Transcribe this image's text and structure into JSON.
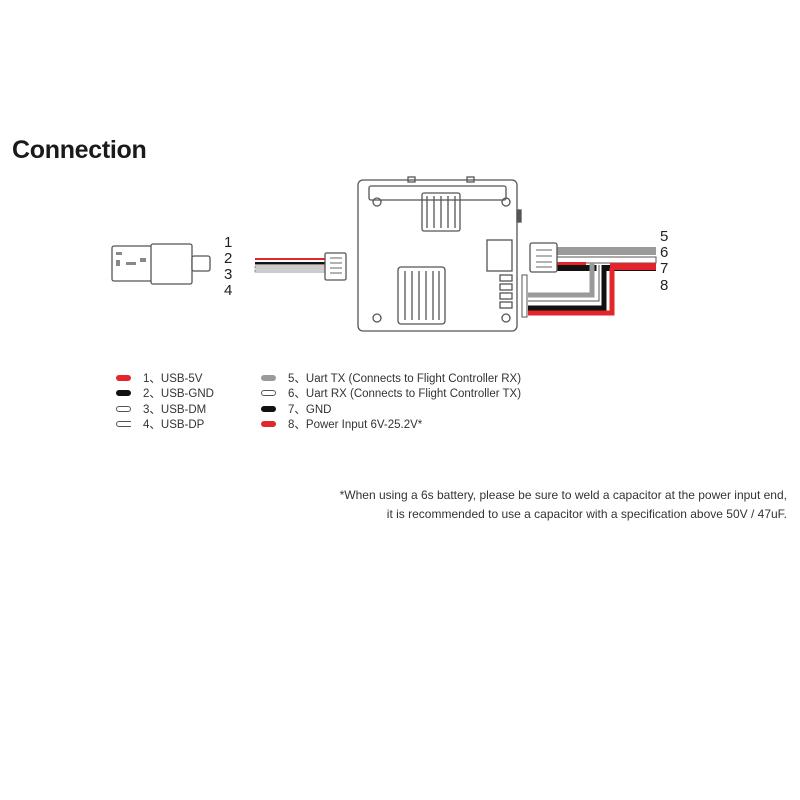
{
  "title": "Connection",
  "pin_labels_left": [
    "1",
    "2",
    "3",
    "4"
  ],
  "pin_labels_right": [
    "5",
    "6",
    "7",
    "8"
  ],
  "legend_left": [
    {
      "swatch": "red",
      "text": "1、USB-5V"
    },
    {
      "swatch": "black",
      "text": "2、USB-GND"
    },
    {
      "swatch": "white",
      "text": "3、USB-DM"
    },
    {
      "swatch": "white-open",
      "text": "4、USB-DP"
    }
  ],
  "legend_right": [
    {
      "swatch": "gray",
      "text": "5、Uart TX (Connects to Flight Controller RX)"
    },
    {
      "swatch": "white",
      "text": "6、Uart RX (Connects to Flight Controller TX)"
    },
    {
      "swatch": "black",
      "text": "7、GND"
    },
    {
      "swatch": "red",
      "text": "8、Power Input 6V-25.2V*"
    }
  ],
  "note": [
    "*When using a 6s battery, please be sure to weld a capacitor at the power input end,",
    "it is recommended to use a capacitor with a specification above 50V / 47uF."
  ],
  "colors": {
    "red": "#e2262b",
    "black": "#111111",
    "gray": "#9a9a9a",
    "outline": "#555555"
  }
}
